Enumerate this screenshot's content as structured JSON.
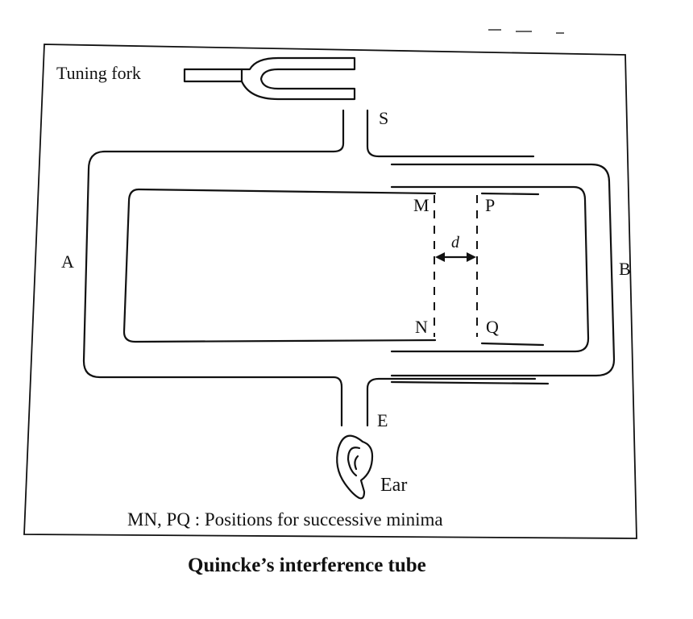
{
  "figure": {
    "fork_label": "Tuning fork",
    "labels": {
      "source": "S",
      "left_branch": "A",
      "right_branch": "B",
      "exit": "E",
      "m": "M",
      "n": "N",
      "p": "P",
      "q": "Q",
      "separation": "d",
      "ear": "Ear"
    },
    "note": "MN, PQ : Positions for successive minima",
    "caption": "Quincke’s interference tube"
  },
  "icons": {
    "fork": "tuning-fork-icon",
    "ear": "ear-icon",
    "arrow": "double-arrow-icon"
  }
}
